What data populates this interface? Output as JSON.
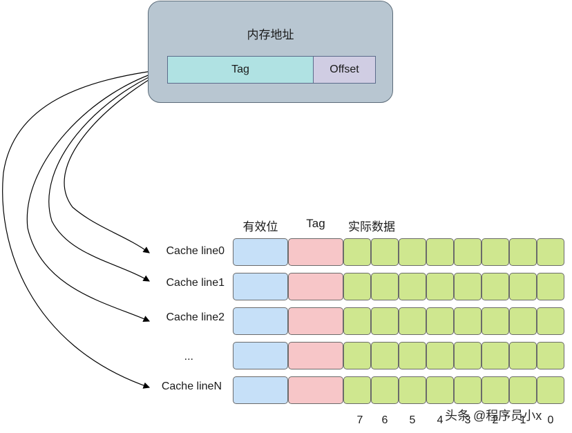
{
  "memory_address": {
    "title": "内存地址",
    "tag_label": "Tag",
    "offset_label": "Offset"
  },
  "columns": {
    "valid": "有效位",
    "tag": "Tag",
    "data": "实际数据"
  },
  "cache_lines": [
    {
      "label": "Cache line0"
    },
    {
      "label": "Cache line1"
    },
    {
      "label": "Cache line2"
    },
    {
      "label": "..."
    },
    {
      "label": "Cache lineN"
    }
  ],
  "byte_indices": [
    "7",
    "6",
    "5",
    "4",
    "3",
    "2",
    "1",
    "0"
  ],
  "watermark": "头条 @程序员小x",
  "colors": {
    "address_box": "#b8c6d1",
    "tag_field": "#b0e2e3",
    "offset_field": "#d0cde3",
    "valid_bit": "#c6e0f8",
    "tag_cell": "#f7c6c8",
    "data_byte": "#cfe78f"
  }
}
